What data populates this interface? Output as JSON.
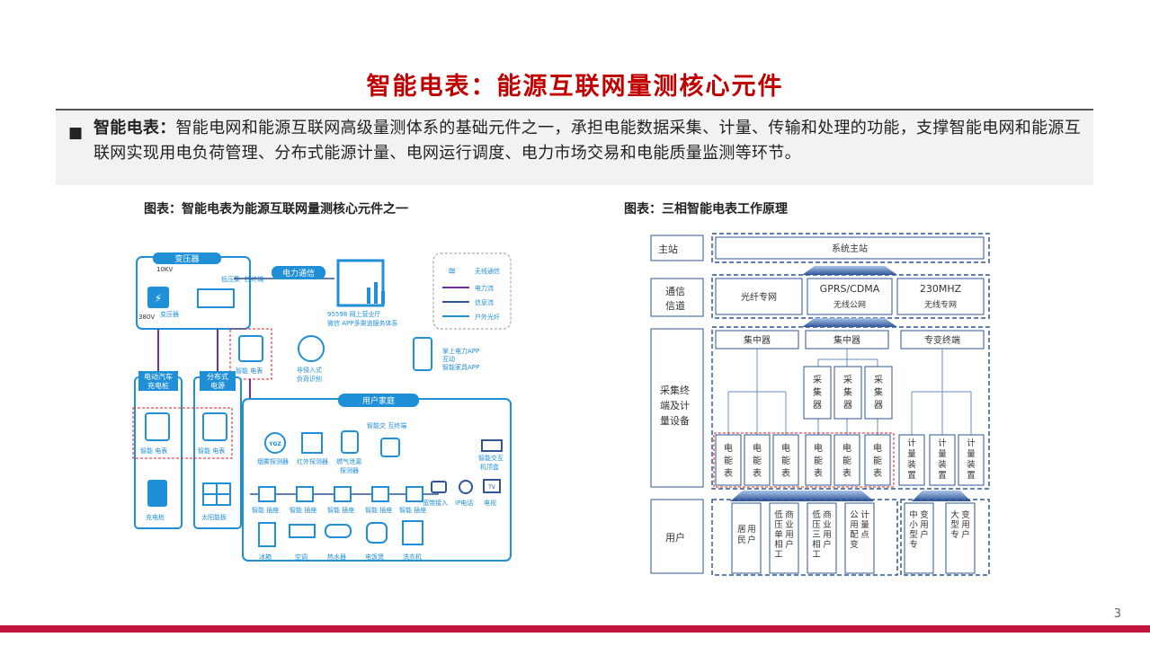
{
  "title": "智能电表：能源互联网量测核心元件",
  "summary": {
    "bullet": "■",
    "lead": "智能电表：",
    "text": "智能电网和能源互联网高级量测体系的基础元件之一，承担电能数据采集、计量、传输和处理的功能，支撑智能电网和能源互联网实现用电负荷管理、分布式能源计量、电网运行调度、电力市场交易和电能质量监测等环节。"
  },
  "fig1": {
    "caption": "图表：智能电表为能源互联网量测核心元件之一",
    "transformer": "变压器",
    "kv10": "10KV",
    "v380": "380V",
    "transformer_label": "变压器",
    "low_concentrator": "低压集",
    "copy_terminal": "抄终端",
    "power_comm": "电力通信",
    "service_line1": "95598  网上营业厅",
    "service_line2": "微信 APP多渠道服务体系",
    "legend": [
      "无线通信",
      "电力流",
      "信息流",
      "户外光纤"
    ],
    "smart_meter_top": "智能 电表",
    "non_intrusive1": "非侵入式",
    "non_intrusive2": "负荷识别",
    "app1": "掌上电力APP",
    "app2": "互动",
    "app3": "智能家具APP",
    "ev_charger1": "电动汽车",
    "ev_charger2": "充电桩",
    "dist_power1": "分布式",
    "dist_power2": "电源",
    "meter_a": "智能 电表",
    "meter_b": "智能 电表",
    "charger_pile": "充电桩",
    "solar_panel": "太阳能板",
    "home": "用户家庭",
    "interactive_terminal": "智能交  互终端",
    "smoke": "烟雾探测器",
    "infrared": "红外探测器",
    "gas1": "燃气泄漏",
    "gas2": "探测器",
    "set_top1": "智能交互",
    "set_top2": "机顶盒",
    "ygz": "YGZ",
    "tv": "TV",
    "sockets": [
      "智能 插座",
      "智能 插座",
      "智能 插座",
      "智能 插座",
      "智能 插座"
    ],
    "broadband": "宽带接入",
    "ip_phone": "IP电话",
    "tv_label": "电视",
    "appliances": [
      "冰箱",
      "空调",
      "热水器",
      "电饭煲",
      "洗衣机"
    ]
  },
  "fig2": {
    "caption": "图表：三相智能电表工作原理",
    "rows": {
      "master": "主站",
      "comm1": "通信",
      "comm2": "信道",
      "collect1": "采集终",
      "collect2": "端及计",
      "collect3": "量设备",
      "user": "用户"
    },
    "system_master": "系统主站",
    "fiber": "光纤专网",
    "gprs1": "GPRS/CDMA",
    "gprs2": "无线公网",
    "mhz1": "230MHZ",
    "mhz2": "无线专网",
    "concentrator1": "集中器",
    "concentrator2": "集中器",
    "dedicated_terminal": "专变终端",
    "collector": [
      "采集器",
      "采集器",
      "采集器"
    ],
    "meters": [
      "电能表",
      "电能表",
      "电能表",
      "电能表",
      "电能表",
      "电能表"
    ],
    "metering": [
      "计量装置",
      "计量装置",
      "计量装置"
    ],
    "users": [
      "居民用户",
      "低压单相工商业用户",
      "低压三相工商业用户",
      "公用配变计量点",
      "中小型专变用户",
      "大型专变用户"
    ]
  },
  "page_number": "3",
  "colors": {
    "accent": "#c00000",
    "blue": "#1f8fd8",
    "navy": "#2f5597",
    "footer": "#c0143c"
  }
}
